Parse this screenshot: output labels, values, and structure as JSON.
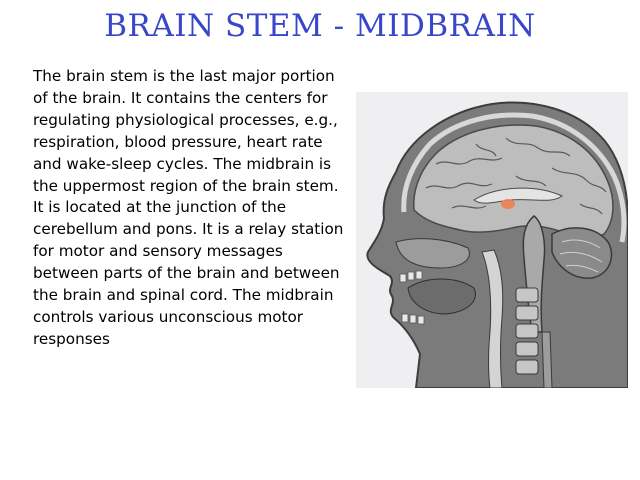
{
  "slide": {
    "title": "BRAIN STEM - MIDBRAIN",
    "paragraphs": [
      " The brain stem is the last major portion of the brain.  It contains the centers for regulating physiological processes, e.g., respiration, blood pressure, heart rate and wake-sleep cycles.  The midbrain is the uppermost region of the brain stem.",
      "It is located at the junction of the cerebellum and pons.  It is a relay station for motor and sensory messages between parts of the brain and between the brain and spinal cord.  The midbrain controls various unconscious motor responses"
    ]
  },
  "figure": {
    "highlight_color": "#f08050"
  }
}
